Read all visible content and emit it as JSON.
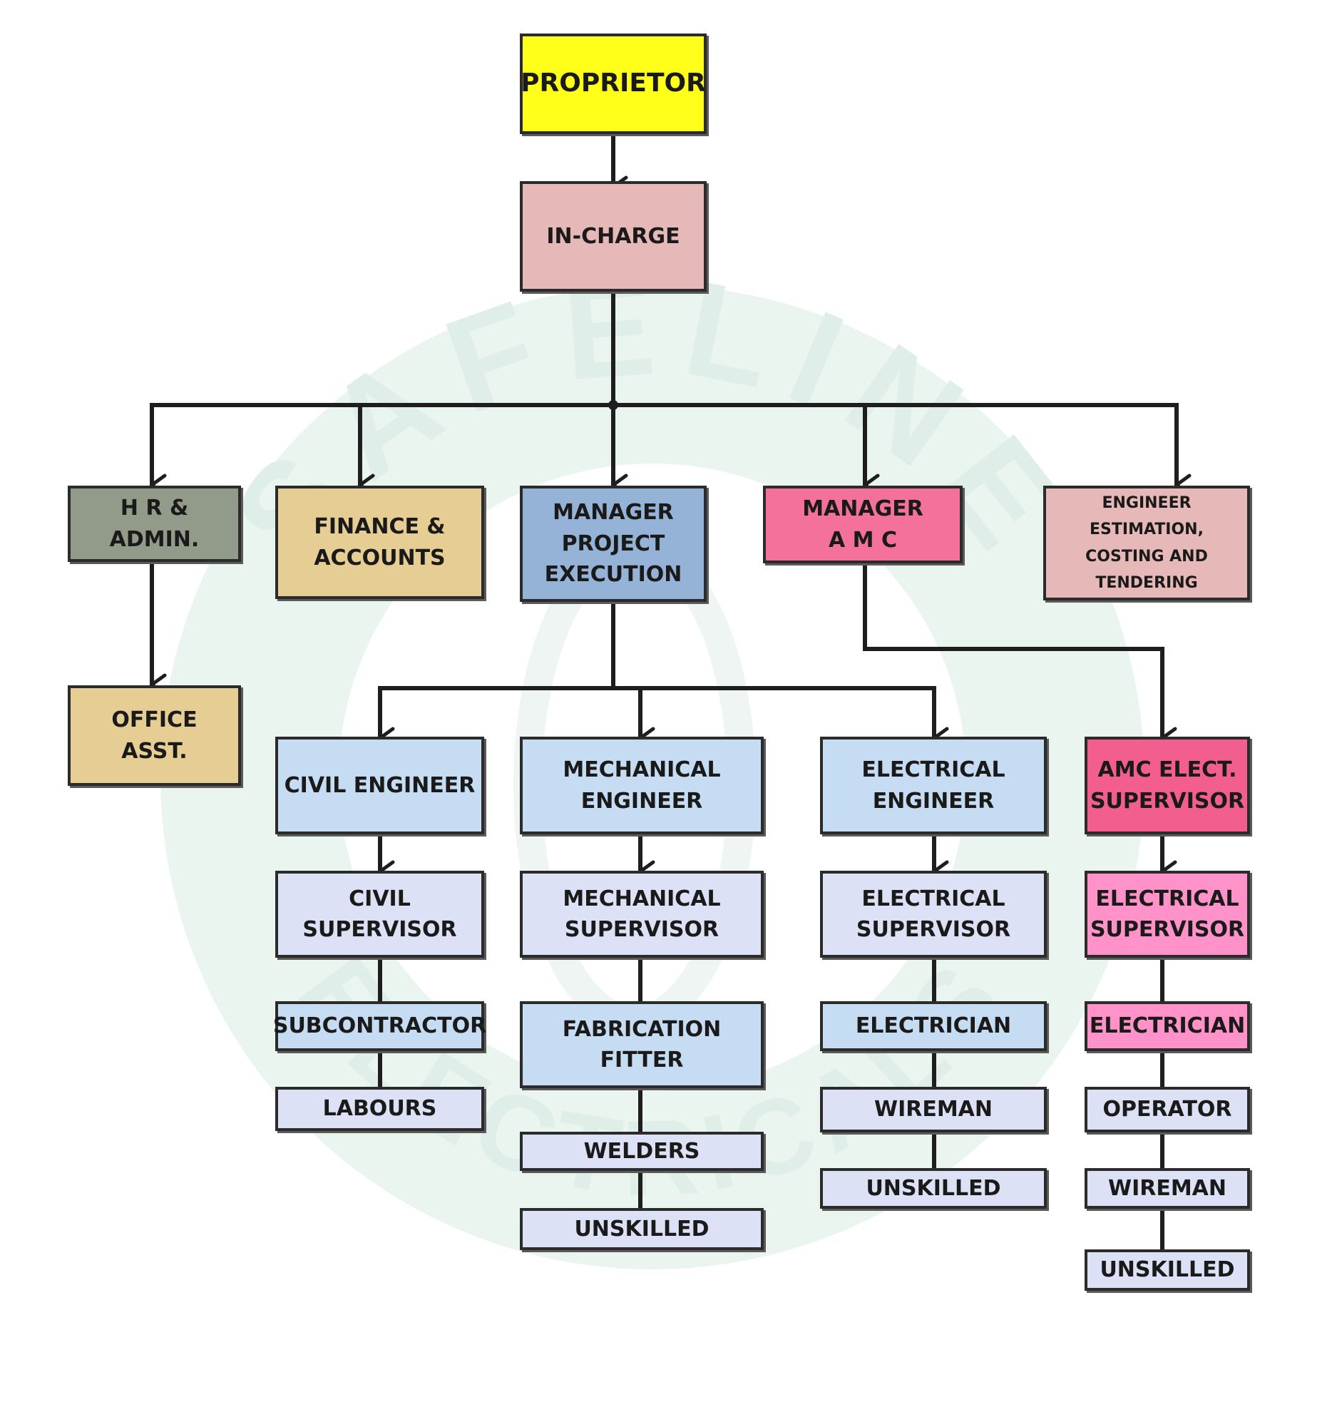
{
  "watermark": {
    "top_text": "SAFELINE",
    "bottom_text": "ELECTRICALS",
    "color": "#e6f3ee"
  },
  "colors": {
    "line": "#1e1e1e",
    "border": "#2b2b2b"
  },
  "nodes": {
    "proprietor": {
      "label": "PROPRIETOR",
      "color": "#ffff1a"
    },
    "in_charge": {
      "label": "IN-CHARGE",
      "color": "#e6b8b7"
    },
    "hr_admin": {
      "label": "H R &\nADMIN.",
      "color": "#929b8a"
    },
    "finance_accounts": {
      "label": "FINANCE &\nACCOUNTS",
      "color": "#e6cd94"
    },
    "manager_project": {
      "label": "MANAGER\nPROJECT\nEXECUTION",
      "color": "#95b3d7"
    },
    "manager_amc": {
      "label": "MANAGER\nA M C",
      "color": "#f4719b"
    },
    "engineer_estimation": {
      "label": "ENGINEER ESTIMATION,\nCOSTING AND\nTENDERING",
      "color": "#e6b8b7"
    },
    "office_asst": {
      "label": "OFFICE\nASST.",
      "color": "#e6cd94"
    },
    "civil_engineer": {
      "label": "CIVIL ENGINEER",
      "color": "#c6dcf2"
    },
    "mechanical_engineer": {
      "label": "MECHANICAL\nENGINEER",
      "color": "#c6dcf2"
    },
    "electrical_engineer": {
      "label": "ELECTRICAL\nENGINEER",
      "color": "#c6dcf2"
    },
    "amc_elect_supervisor": {
      "label": "AMC ELECT.\nSUPERVISOR",
      "color": "#f25f8e"
    },
    "civil_supervisor": {
      "label": "CIVIL\nSUPERVISOR",
      "color": "#dde1f5"
    },
    "mechanical_supervisor": {
      "label": "MECHANICAL\nSUPERVISOR",
      "color": "#dde1f5"
    },
    "electrical_supervisor": {
      "label": "ELECTRICAL\nSUPERVISOR",
      "color": "#dde1f5"
    },
    "amc_electrical_supervisor": {
      "label": "ELECTRICAL\nSUPERVISOR",
      "color": "#ff92c8"
    },
    "subcontractor": {
      "label": "SUBCONTRACTOR",
      "color": "#c6dcf2"
    },
    "fabrication_fitter": {
      "label": "FABRICATION FITTER",
      "color": "#c6dcf2"
    },
    "electrician": {
      "label": "ELECTRICIAN",
      "color": "#c6dcf2"
    },
    "amc_electrician": {
      "label": "ELECTRICIAN",
      "color": "#ff92c8"
    },
    "labours": {
      "label": "LABOURS",
      "color": "#dde1f5"
    },
    "welders": {
      "label": "WELDERS",
      "color": "#dde1f5"
    },
    "wireman": {
      "label": "WIREMAN",
      "color": "#dde1f5"
    },
    "operator": {
      "label": "OPERATOR",
      "color": "#dde1f5"
    },
    "mech_unskilled": {
      "label": "UNSKILLED",
      "color": "#dde1f5"
    },
    "elec_unskilled": {
      "label": "UNSKILLED",
      "color": "#dde1f5"
    },
    "amc_wireman": {
      "label": "WIREMAN",
      "color": "#dde1f5"
    },
    "amc_unskilled": {
      "label": "UNSKILLED",
      "color": "#dde1f5"
    }
  }
}
